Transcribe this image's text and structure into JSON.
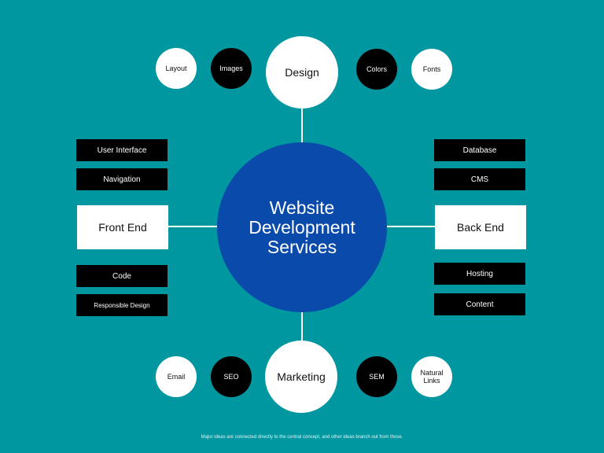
{
  "diagram": {
    "center": {
      "lines": [
        "Website",
        "Development",
        "Services"
      ]
    },
    "major": {
      "design": "Design",
      "front_end": "Front End",
      "back_end": "Back End",
      "marketing": "Marketing"
    },
    "design_items": {
      "layout": "Layout",
      "images": "Images",
      "colors": "Colors",
      "fonts": "Fonts"
    },
    "front_end_items": {
      "user_interface": "User Interface",
      "navigation": "Navigation",
      "code": "Code",
      "responsible_design": "Responsible Design"
    },
    "back_end_items": {
      "database": "Database",
      "cms": "CMS",
      "hosting": "Hosting",
      "content": "Content"
    },
    "marketing_items": {
      "email": "Email",
      "seo": "SEO",
      "sem": "SEM",
      "natural_links": "Natural Links"
    },
    "caption": "Major ideas are connected directly to the central concept, and other ideas branch out from those."
  },
  "colors": {
    "background": "#0097a0",
    "center_fill": "#0a4aab",
    "white": "#ffffff",
    "black": "#000000"
  }
}
